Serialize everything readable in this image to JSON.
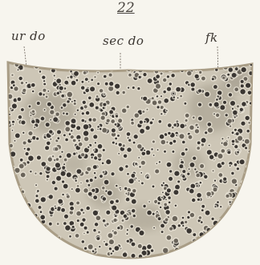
{
  "figure": {
    "number": "22",
    "labels": {
      "left": "ur do",
      "center": "sec do",
      "right": "fk"
    }
  },
  "colors": {
    "paper": "#f7f5ee",
    "tissue": "#cdc6b6",
    "rim": "#a99d86",
    "cell_dark": "#3a3632",
    "shadow": "#9d9685"
  }
}
